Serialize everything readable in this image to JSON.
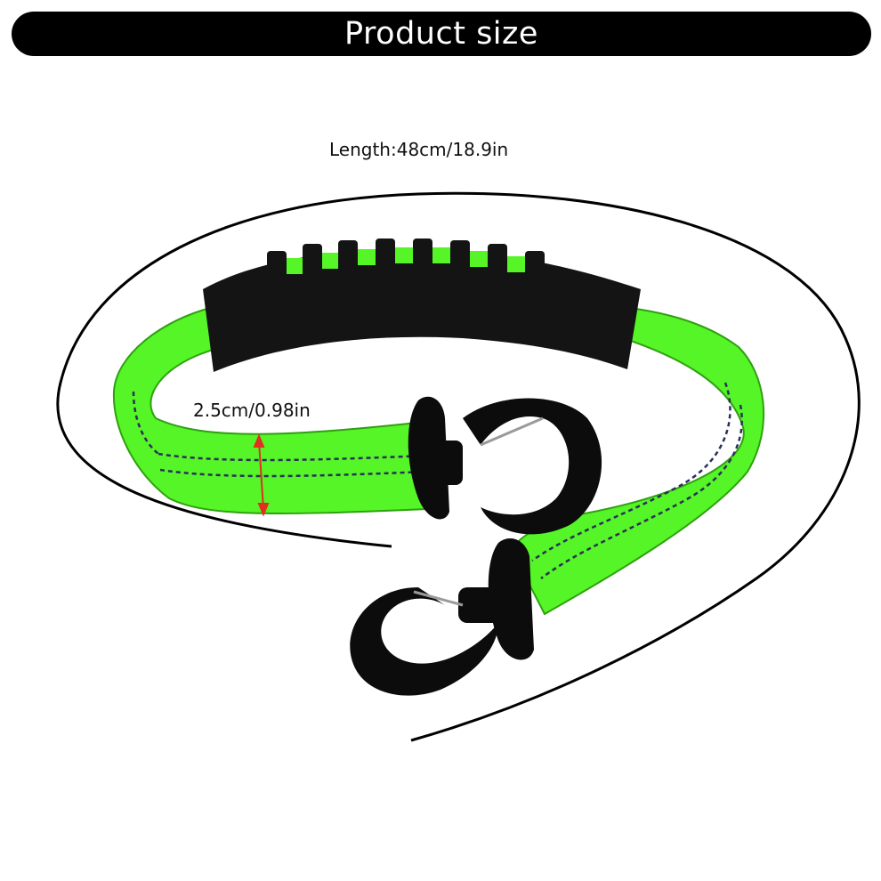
{
  "title": "Product size",
  "length_label": "Length:48cm/18.9in",
  "width_label": "2.5cm/0.98in",
  "colors": {
    "strap": "#55f527",
    "strap_dark": "#2fa010",
    "stitch": "#2a2f5a",
    "handle": "#141414",
    "hardware": "#0c0c0c",
    "arrow": "#e0301e",
    "title_bg": "#000000"
  }
}
